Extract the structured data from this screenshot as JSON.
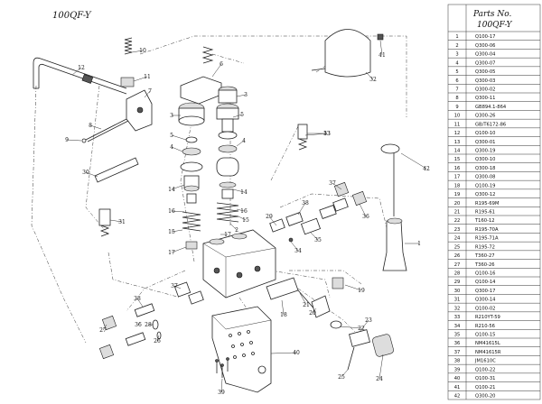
{
  "diagram_title": "100QF-Y",
  "table": {
    "header_line1": "Parts No.",
    "header_line2": "100QF-Y",
    "rows": [
      {
        "n": "1",
        "part": "Q100-17"
      },
      {
        "n": "2",
        "part": "Q300-06"
      },
      {
        "n": "3",
        "part": "Q300-04"
      },
      {
        "n": "4",
        "part": "Q300-07"
      },
      {
        "n": "5",
        "part": "Q300-05"
      },
      {
        "n": "6",
        "part": "Q300-03"
      },
      {
        "n": "7",
        "part": "Q300-02"
      },
      {
        "n": "8",
        "part": "Q300-11"
      },
      {
        "n": "9",
        "part": "GB894.1-864"
      },
      {
        "n": "10",
        "part": "Q300-26"
      },
      {
        "n": "11",
        "part": "GB/T6172-86"
      },
      {
        "n": "12",
        "part": "Q100-10"
      },
      {
        "n": "13",
        "part": "Q300-01"
      },
      {
        "n": "14",
        "part": "Q300-19"
      },
      {
        "n": "15",
        "part": "Q300-10"
      },
      {
        "n": "16",
        "part": "Q300-18"
      },
      {
        "n": "17",
        "part": "Q300-08"
      },
      {
        "n": "18",
        "part": "Q100-19"
      },
      {
        "n": "19",
        "part": "Q300-12"
      },
      {
        "n": "20",
        "part": "R195-69M"
      },
      {
        "n": "21",
        "part": "R195-61"
      },
      {
        "n": "22",
        "part": "T160-12"
      },
      {
        "n": "23",
        "part": "R195-70A"
      },
      {
        "n": "24",
        "part": "R195-71A"
      },
      {
        "n": "25",
        "part": "R195-72"
      },
      {
        "n": "26",
        "part": "T360-27"
      },
      {
        "n": "27",
        "part": "T360-26"
      },
      {
        "n": "28",
        "part": "Q100-16"
      },
      {
        "n": "29",
        "part": "Q100-14"
      },
      {
        "n": "30",
        "part": "Q300-17"
      },
      {
        "n": "31",
        "part": "Q300-14"
      },
      {
        "n": "32",
        "part": "Q100-02"
      },
      {
        "n": "33",
        "part": "R210YT-59"
      },
      {
        "n": "34",
        "part": "R210-56"
      },
      {
        "n": "35",
        "part": "Q100-15"
      },
      {
        "n": "36",
        "part": "NM41615L"
      },
      {
        "n": "37",
        "part": "NM41615R"
      },
      {
        "n": "38",
        "part": "JM1610C"
      },
      {
        "n": "39",
        "part": "Q100-22"
      },
      {
        "n": "40",
        "part": "Q100-31"
      },
      {
        "n": "41",
        "part": "Q100-21"
      },
      {
        "n": "42",
        "part": "Q300-20"
      }
    ]
  },
  "callouts": [
    {
      "n": "1"
    },
    {
      "n": "2"
    },
    {
      "n": "3"
    },
    {
      "n": "3"
    },
    {
      "n": "4"
    },
    {
      "n": "4"
    },
    {
      "n": "5"
    },
    {
      "n": "5"
    },
    {
      "n": "6"
    },
    {
      "n": "7"
    },
    {
      "n": "8"
    },
    {
      "n": "9"
    },
    {
      "n": "10"
    },
    {
      "n": "11"
    },
    {
      "n": "12"
    },
    {
      "n": "13"
    },
    {
      "n": "14"
    },
    {
      "n": "14"
    },
    {
      "n": "15"
    },
    {
      "n": "15"
    },
    {
      "n": "16"
    },
    {
      "n": "16"
    },
    {
      "n": "17"
    },
    {
      "n": "17"
    },
    {
      "n": "18"
    },
    {
      "n": "19"
    },
    {
      "n": "20"
    },
    {
      "n": "21"
    },
    {
      "n": "22"
    },
    {
      "n": "23"
    },
    {
      "n": "24"
    },
    {
      "n": "25"
    },
    {
      "n": "26"
    },
    {
      "n": "27"
    },
    {
      "n": "28"
    },
    {
      "n": "29"
    },
    {
      "n": "30"
    },
    {
      "n": "31"
    },
    {
      "n": "32"
    },
    {
      "n": "33"
    },
    {
      "n": "34"
    },
    {
      "n": "35"
    },
    {
      "n": "36"
    },
    {
      "n": "36"
    },
    {
      "n": "37"
    },
    {
      "n": "37"
    },
    {
      "n": "38"
    },
    {
      "n": "38"
    },
    {
      "n": "39"
    },
    {
      "n": "40"
    },
    {
      "n": "41"
    },
    {
      "n": "42"
    }
  ]
}
